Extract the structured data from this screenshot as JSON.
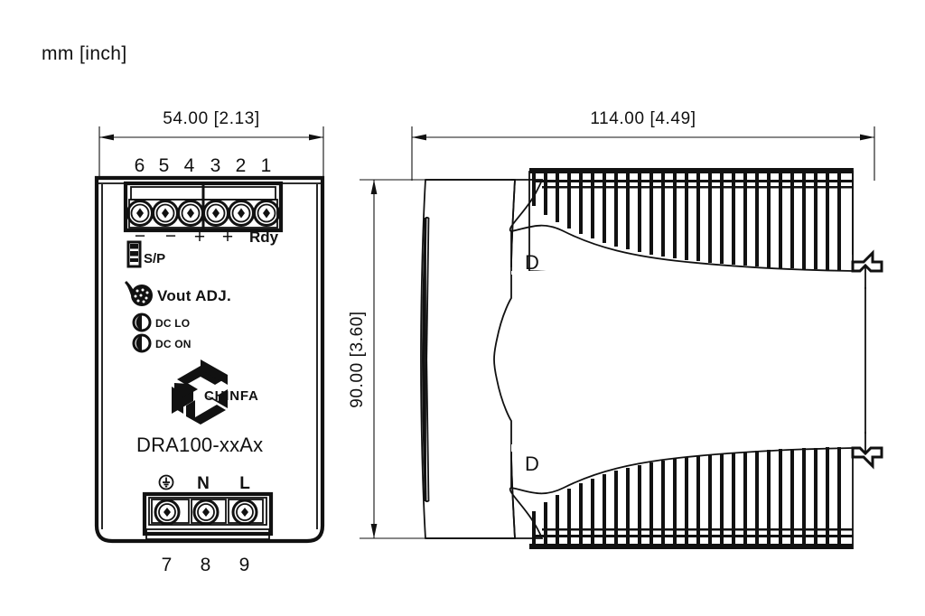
{
  "page": {
    "units_note": "mm [inch]",
    "background": "#ffffff",
    "line_color": "#111111"
  },
  "front_view": {
    "name": "front-panel-view",
    "width_dimension": "54.00 [2.13]",
    "model_label": "DRA100-xxAx",
    "brand": "CHINFA",
    "top_terminal_numbers": [
      "6",
      "5",
      "4",
      "3",
      "2",
      "1"
    ],
    "top_terminal_functions": [
      "−",
      "−",
      "+",
      "+",
      "",
      "Rdy"
    ],
    "dc_polarity_marks": [
      "−",
      "−",
      "+",
      "+"
    ],
    "ready_label": "Rdy",
    "sp_switch_label": "S/P",
    "vout_adj_label": "Vout ADJ.",
    "leds": [
      {
        "label": "DC LO",
        "icon": "half-filled-led-icon"
      },
      {
        "label": "DC ON",
        "icon": "half-filled-led-icon"
      }
    ],
    "bottom_terminal_functions": [
      "⏚",
      "N",
      "L"
    ],
    "bottom_terminal_n": "N",
    "bottom_terminal_l": "L",
    "bottom_terminal_numbers": [
      "7",
      "8",
      "9"
    ]
  },
  "side_view": {
    "name": "side-profile-view",
    "length_dimension": "114.00 [4.49]",
    "height_dimension": "90.00 [3.60]",
    "detail_marks": [
      "D",
      "D"
    ],
    "vent_fin_count_top": 26,
    "vent_fin_count_bottom": 26
  }
}
